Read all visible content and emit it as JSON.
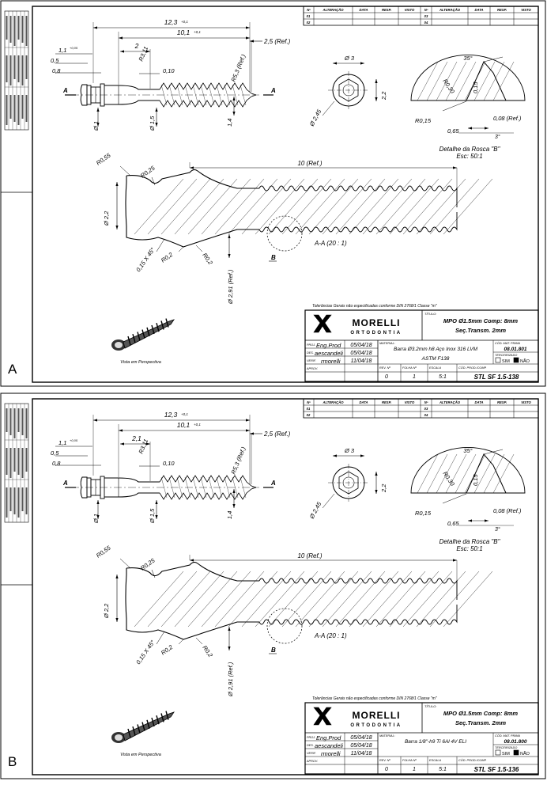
{
  "common": {
    "revision_table": {
      "headers": [
        "Nº",
        "ALTERAÇÃO",
        "DATA",
        "RESP.",
        "VISTO",
        "Nº",
        "ALTERAÇÃO",
        "DATA",
        "RESP.",
        "VISTO"
      ],
      "numbers": [
        "01",
        "02",
        "03",
        "04"
      ]
    },
    "dims": {
      "overall_length": "12,3",
      "thread_length": "10,1",
      "neck_length": "2,5 (Ref.)",
      "head_top": "1,1",
      "collar": "0,5",
      "flange": "0,8",
      "r_neck": "R3,11",
      "pitch": "0,10",
      "r_tip": "R5,3 (Ref.)",
      "dia_head": "Ø 1",
      "dia_core": "Ø 1,5",
      "tip": "1,4",
      "hex_dia": "Ø 3",
      "hex_across": "2,2",
      "hex_corner": "Ø 2,45",
      "section_marker": "A",
      "section_title": "A-A (20 : 1)",
      "section_length": "10 (Ref.)",
      "r055": "R0,55",
      "r025": "R0,25",
      "section_dia": "Ø 2,2",
      "chamfer": "0,15 X 45°",
      "r02a": "R0,2",
      "r02b": "R0,2",
      "shank_dia": "Ø 2,91 (Ref.)",
      "detail_marker": "B",
      "thread_angle": "35°",
      "thread_r030": "R0,30",
      "thread_015": "0,15",
      "thread_r015": "R0,15",
      "thread_065": "0,65",
      "thread_008": "0,08 (Ref.)",
      "thread_3deg": "3°",
      "detail_title": "Detalhe da Rosca \"B\"",
      "detail_scale": "Esc: 50:1"
    },
    "perspective_label": "Vista em Perspectiva",
    "tolerance_note": "Tolerâncias Gerais não especificadas conforme DIN 2768/1 Classe \"m\"",
    "brand_top": "MORELLI",
    "brand_bottom": "ORTODONTIA",
    "title_label": "TÍTULO:",
    "title_line1": "MPO Ø1.5mm Comp: 8mm",
    "title_line2": "Seç.Transm. 2mm",
    "labels": {
      "proj": "PROJ.",
      "des": "DES.",
      "verif": "VERIF.",
      "aprov": "APROV.",
      "material": "MATERIAL:",
      "cod_mat": "CÓD. MAT. PRIMA",
      "terceirizado": "TERCEIRIZADO",
      "sim": "SIM",
      "nao": "NÃO",
      "rev": "REV. Nº",
      "folha": "FOLHA Nº",
      "escala": "ESCALA",
      "cod_prod": "CÓD. PROD./COMP."
    },
    "proj_name": "Eng.Prod",
    "des_name": "aescandeli",
    "verif_name": "rmorelli",
    "proj_date": "05/04/18",
    "des_date": "05/04/18",
    "verif_date": "11/04/18",
    "rev_value": "0",
    "folha_value": "1",
    "escala_value": "5:1"
  },
  "sheets": [
    {
      "panel_label": "A",
      "neck_width": "2",
      "material_line1": "Barra Ø3.2mm h8 Aço Inox 316 LVM",
      "material_line2": "ASTM F138",
      "material_code": "08.01.801",
      "product_code": "STL SF 1.5-138"
    },
    {
      "panel_label": "B",
      "neck_width": "2,1",
      "material_line1": "Barra 1/8\"-h9 Ti 6Al 4V ELI",
      "material_line2": "",
      "material_code": "08.01.800",
      "product_code": "STL SF 1.5-136"
    }
  ]
}
